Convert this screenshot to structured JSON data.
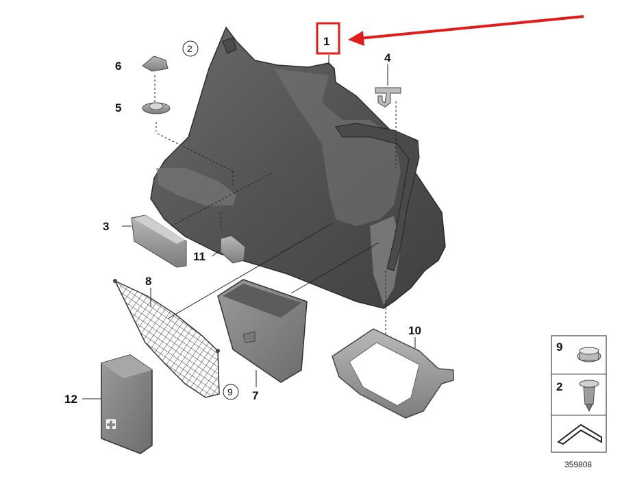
{
  "callouts": {
    "c1": "1",
    "c2": "2",
    "c3": "3",
    "c4": "4",
    "c5": "5",
    "c6": "6",
    "c7": "7",
    "c8": "8",
    "c9": "9",
    "c10": "10",
    "c11": "11",
    "c12": "12"
  },
  "legend": {
    "row1": "9",
    "row2": "2"
  },
  "diagram_id": "359808",
  "colors": {
    "highlight": "#e41b1b",
    "trim": "#5a5a5a",
    "trim_light": "#7a7a7a",
    "part_gray": "#8e8e8e",
    "line": "#222222"
  }
}
